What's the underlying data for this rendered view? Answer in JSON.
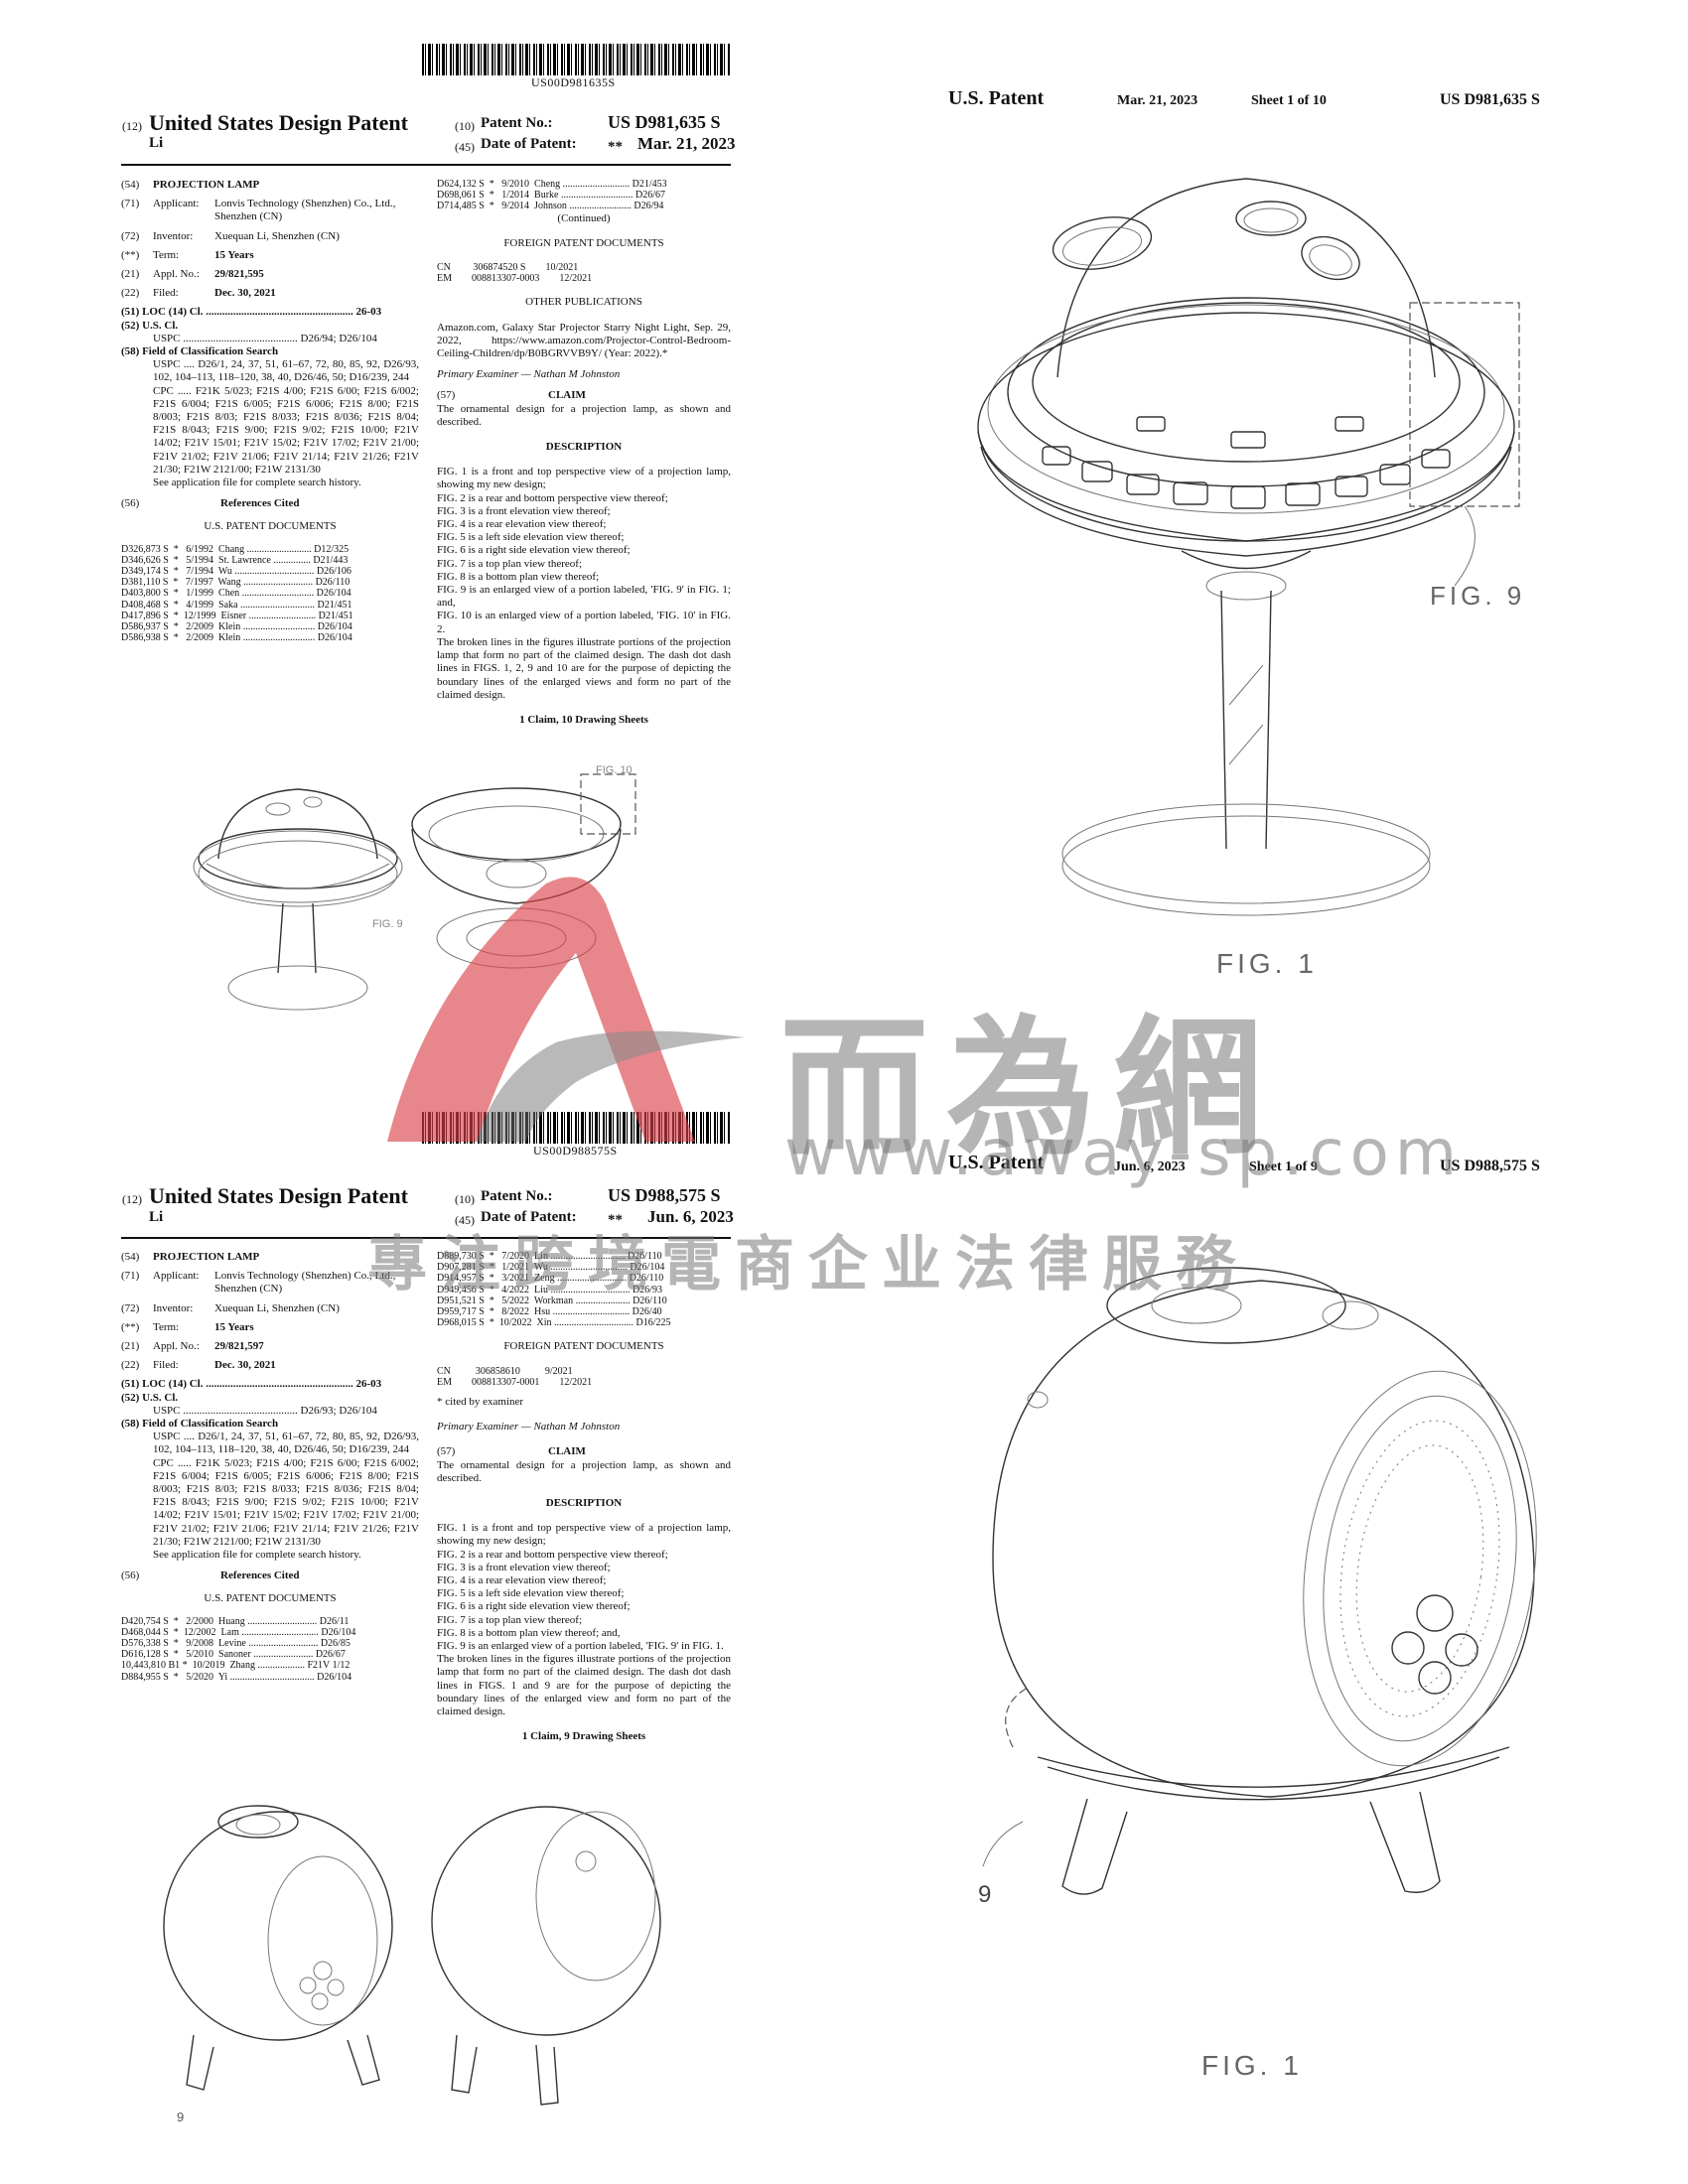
{
  "patent1": {
    "barcode_text": "US00D981635S",
    "label_12": "(12)",
    "title": "United States Design Patent",
    "inventor_short": "Li",
    "label_10": "(10)",
    "patent_no_label": "Patent No.:",
    "patent_no": "US D981,635 S",
    "label_45": "(45)",
    "date_label": "Date of Patent:",
    "date_stars": "**",
    "date": "Mar. 21, 2023",
    "biblio": [
      {
        "num": "(54)",
        "key": "",
        "val": "PROJECTION LAMP",
        "bold": true
      },
      {
        "num": "(71)",
        "key": "Applicant:",
        "val": "Lonvis Technology (Shenzhen) Co., Ltd., Shenzhen (CN)"
      },
      {
        "num": "(72)",
        "key": "Inventor:",
        "val": "Xuequan Li, Shenzhen (CN)"
      },
      {
        "num": "(**)",
        "key": "Term:",
        "val": "15 Years"
      },
      {
        "num": "(21)",
        "key": "Appl. No.:",
        "val": "29/821,595"
      },
      {
        "num": "(22)",
        "key": "Filed:",
        "val": "Dec. 30, 2021"
      }
    ],
    "loc": "(51)  LOC (14) Cl. ...................................................... 26-03",
    "uscl_head": "(52)  U.S. Cl.",
    "uscl": "USPC .......................................... D26/94; D26/104",
    "field_head": "(58)  Field of Classification Search",
    "field_text": "USPC .... D26/1, 24, 37, 51, 61–67, 72, 80, 85, 92, D26/93, 102, 104–113, 118–120, 38, 40, D26/46, 50; D16/239, 244\nCPC ..... F21K 5/023; F21S 4/00; F21S 6/00; F21S 6/002; F21S 6/004; F21S 6/005; F21S 6/006; F21S 8/00; F21S 8/003; F21S 8/03; F21S 8/033; F21S 8/036; F21S 8/04; F21S 8/043; F21S 9/00; F21S 9/02; F21S 10/00; F21V 14/02; F21V 15/01; F21V 15/02; F21V 17/02; F21V 21/00; F21V 21/02; F21V 21/06; F21V 21/14; F21V 21/26; F21V 21/30; F21W 2121/00; F21W 2131/30",
    "search_note": "See application file for complete search history.",
    "refs_label": "(56)",
    "refs_head": "References Cited",
    "us_docs_head": "U.S. PATENT DOCUMENTS",
    "us_docs": "D326,873 S  *   6/1992  Chang .......................... D12/325\nD346,626 S  *   5/1994  St. Lawrence ............... D21/443\nD349,174 S  *   7/1994  Wu ................................ D26/106\nD381,110 S  *   7/1997  Wang ............................ D26/110\nD403,800 S  *   1/1999  Chen ............................. D26/104\nD408,468 S  *   4/1999  Saka .............................. D21/451\nD417,896 S  *  12/1999  Eisner ........................... D21/451\nD586,937 S  *   2/2009  Klein ............................. D26/104\nD586,938 S  *   2/2009  Klein ............................. D26/104",
    "right_docs": "D624,132 S  *   9/2010  Cheng ........................... D21/453\nD698,061 S  *   1/2014  Burke ............................. D26/67\nD714,485 S  *   9/2014  Johnson ......................... D26/94",
    "continued": "(Continued)",
    "foreign_head": "FOREIGN PATENT DOCUMENTS",
    "foreign": "CN         306874520 S        10/2021\nEM        008813307-0003        12/2021",
    "other_head": "OTHER PUBLICATIONS",
    "other_text": "Amazon.com, Galaxy Star Projector Starry Night Light, Sep. 29, 2022, https://www.amazon.com/Projector-Control-Bedroom-Ceiling-Children/dp/B0BGRVVB9Y/ (Year: 2022).*",
    "examiner": "Primary Examiner — Nathan M Johnston",
    "claim_label": "(57)",
    "claim_head": "CLAIM",
    "claim_text": "The ornamental design for a projection lamp, as shown and described.",
    "desc_head": "DESCRIPTION",
    "desc_text": "FIG. 1 is a front and top perspective view of a projection lamp, showing my new design;\nFIG. 2 is a rear and bottom perspective view thereof;\nFIG. 3 is a front elevation view thereof;\nFIG. 4 is a rear elevation view thereof;\nFIG. 5 is a left side elevation view thereof;\nFIG. 6 is a right side elevation view thereof;\nFIG. 7 is a top plan view thereof;\nFIG. 8 is a bottom plan view thereof;\nFIG. 9 is an enlarged view of a portion labeled, 'FIG. 9' in FIG. 1; and,\nFIG. 10 is an enlarged view of a portion labeled, 'FIG. 10' in FIG. 2.\nThe broken lines in the figures illustrate portions of the projection lamp that form no part of the claimed design. The dash dot dash lines in FIGS. 1, 2, 9 and 10 are for the purpose of depicting the boundary lines of the enlarged views and form no part of the claimed design.",
    "claims_count": "1 Claim, 10 Drawing Sheets",
    "thumb_label_a": "FIG. 10",
    "thumb_label_b": "FIG. 9"
  },
  "sheet1": {
    "left": "U.S. Patent",
    "date": "Mar. 21, 2023",
    "sheet": "Sheet 1 of 10",
    "number": "US D981,635 S",
    "fig_label_9": "FIG. 9",
    "fig_label_1": "FIG. 1"
  },
  "patent2": {
    "barcode_text": "US00D988575S",
    "label_12": "(12)",
    "title": "United States Design Patent",
    "inventor_short": "Li",
    "label_10": "(10)",
    "patent_no_label": "Patent No.:",
    "patent_no": "US D988,575 S",
    "label_45": "(45)",
    "date_label": "Date of Patent:",
    "date_stars": "**",
    "date": "Jun. 6, 2023",
    "biblio": [
      {
        "num": "(54)",
        "key": "",
        "val": "PROJECTION LAMP",
        "bold": true
      },
      {
        "num": "(71)",
        "key": "Applicant:",
        "val": "Lonvis Technology (Shenzhen) Co., Ltd., Shenzhen (CN)"
      },
      {
        "num": "(72)",
        "key": "Inventor:",
        "val": "Xuequan Li, Shenzhen (CN)"
      },
      {
        "num": "(**)",
        "key": "Term:",
        "val": "15 Years"
      },
      {
        "num": "(21)",
        "key": "Appl. No.:",
        "val": "29/821,597"
      },
      {
        "num": "(22)",
        "key": "Filed:",
        "val": "Dec. 30, 2021"
      }
    ],
    "loc": "(51)  LOC (14) Cl. ...................................................... 26-03",
    "uscl_head": "(52)  U.S. Cl.",
    "uscl": "USPC .......................................... D26/93; D26/104",
    "field_head": "(58)  Field of Classification Search",
    "field_text": "USPC .... D26/1, 24, 37, 51, 61–67, 72, 80, 85, 92, D26/93, 102, 104–113, 118–120, 38, 40, D26/46, 50; D16/239, 244\nCPC ..... F21K 5/023; F21S 4/00; F21S 6/00; F21S 6/002; F21S 6/004; F21S 6/005; F21S 6/006; F21S 8/00; F21S 8/003; F21S 8/03; F21S 8/033; F21S 8/036; F21S 8/04; F21S 8/043; F21S 9/00; F21S 9/02; F21S 10/00; F21V 14/02; F21V 15/01; F21V 15/02; F21V 17/02; F21V 21/00; F21V 21/02; F21V 21/06; F21V 21/14; F21V 21/26; F21V 21/30; F21W 2121/00; F21W 2131/30",
    "search_note": "See application file for complete search history.",
    "refs_label": "(56)",
    "refs_head": "References Cited",
    "us_docs_head": "U.S. PATENT DOCUMENTS",
    "us_docs": "D420,754 S  *   2/2000  Huang ............................ D26/11\nD468,044 S  *  12/2002  Lam ............................... D26/104\nD576,338 S  *   9/2008  Levine ............................ D26/85\nD616,128 S  *   5/2010  Sanoner ........................ D26/67\n10,443,810 B1 *  10/2019  Zhang ................... F21V 1/12\nD884,955 S  *   5/2020  Yi .................................. D26/104",
    "right_docs": "D889,730 S  *   7/2020  Lin .............................. D26/110\nD907,281 S  *   1/2021  Wu ............................... D26/104\nD914,957 S  *   3/2021  Zeng ............................ D26/110\nD949,456 S  *   4/2022  Liu ................................ D26/93\nD951,521 S  *   5/2022  Workman ...................... D26/110\nD959,717 S  *   8/2022  Hsu ............................... D26/40\nD968,015 S  *  10/2022  Xin ................................ D16/225",
    "foreign_head": "FOREIGN PATENT DOCUMENTS",
    "foreign": "CN          306858610          9/2021\nEM        008813307-0001        12/2021",
    "cited": "* cited by examiner",
    "examiner": "Primary Examiner — Nathan M Johnston",
    "claim_label": "(57)",
    "claim_head": "CLAIM",
    "claim_text": "The ornamental design for a projection lamp, as shown and described.",
    "desc_head": "DESCRIPTION",
    "desc_text": "FIG. 1 is a front and top perspective view of a projection lamp, showing my new design;\nFIG. 2 is a rear and bottom perspective view thereof;\nFIG. 3 is a front elevation view thereof;\nFIG. 4 is a rear elevation view thereof;\nFIG. 5 is a left side elevation view thereof;\nFIG. 6 is a right side elevation view thereof;\nFIG. 7 is a top plan view thereof;\nFIG. 8 is a bottom plan view thereof; and,\nFIG. 9 is an enlarged view of a portion labeled, 'FIG. 9' in FIG. 1.\nThe broken lines in the figures illustrate portions of the projection lamp that form no part of the claimed design. The dash dot dash lines in FIGS. 1 and 9 are for the purpose of depicting the boundary lines of the enlarged view and form no part of the claimed design.",
    "claims_count": "1 Claim, 9 Drawing Sheets",
    "thumb_label": "9"
  },
  "sheet2": {
    "left": "U.S. Patent",
    "date": "Jun. 6, 2023",
    "sheet": "Sheet 1 of 9",
    "number": "US D988,575 S",
    "fig_ref": "9",
    "fig_label_1": "FIG. 1"
  },
  "watermark": {
    "chinese": "而為網",
    "url": "www.away-sp.com",
    "slogan": "專注跨境電商企业法律服務",
    "logo_color": "#d9434a"
  }
}
